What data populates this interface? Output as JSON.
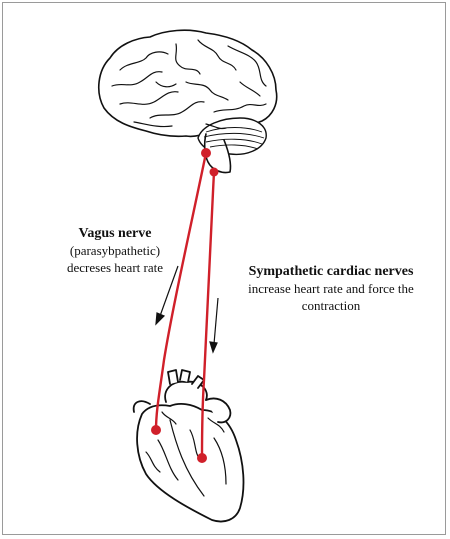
{
  "colors": {
    "nerve": "#d0202a",
    "outline": "#111111",
    "background": "#ffffff",
    "frame": "#9a9a9a"
  },
  "icons": {
    "brain": "brain-icon",
    "heart": "heart-icon",
    "arrow": "arrow-down-icon"
  },
  "vagus": {
    "title": "Vagus nerve",
    "line1": "(parasybpathetic)",
    "line2": "decreses heart rate"
  },
  "sympathetic": {
    "title": "Sympathetic cardiac nerves",
    "line1": "increase heart rate and force the",
    "line2": "contraction"
  }
}
